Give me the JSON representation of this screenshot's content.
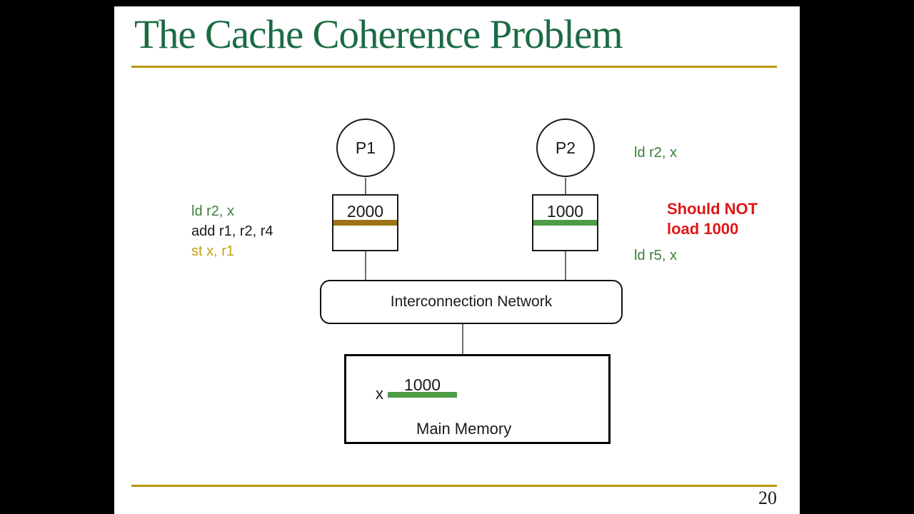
{
  "title": "The Cache Coherence Problem",
  "page_number": "20",
  "colors": {
    "title_green": "#1A6B44",
    "rule_gold": "#B8960F",
    "code_green": "#3C7D3C",
    "code_gold": "#C2A014",
    "warning_red": "#E01717",
    "cache1_bar_brown": "#9C7414",
    "cache2_bar_green": "#4E9B46",
    "memory_bar_green": "#4E9B46"
  },
  "diagram": {
    "p1_label": "P1",
    "p2_label": "P2",
    "cache1_value": "2000",
    "cache2_value": "1000",
    "interconnect_label": "Interconnection Network",
    "memory_label": "Main Memory",
    "memory_address_label": "x",
    "memory_value": "1000"
  },
  "annotations": {
    "p1_code_line1": "ld r2, x",
    "p1_code_line2": "add r1, r2, r4",
    "p1_code_line3": "st x, r1",
    "p2_first_load": "ld r2, x",
    "warning_line1": "Should NOT",
    "warning_line2": "load 1000",
    "p2_second_load": "ld r5, x"
  }
}
